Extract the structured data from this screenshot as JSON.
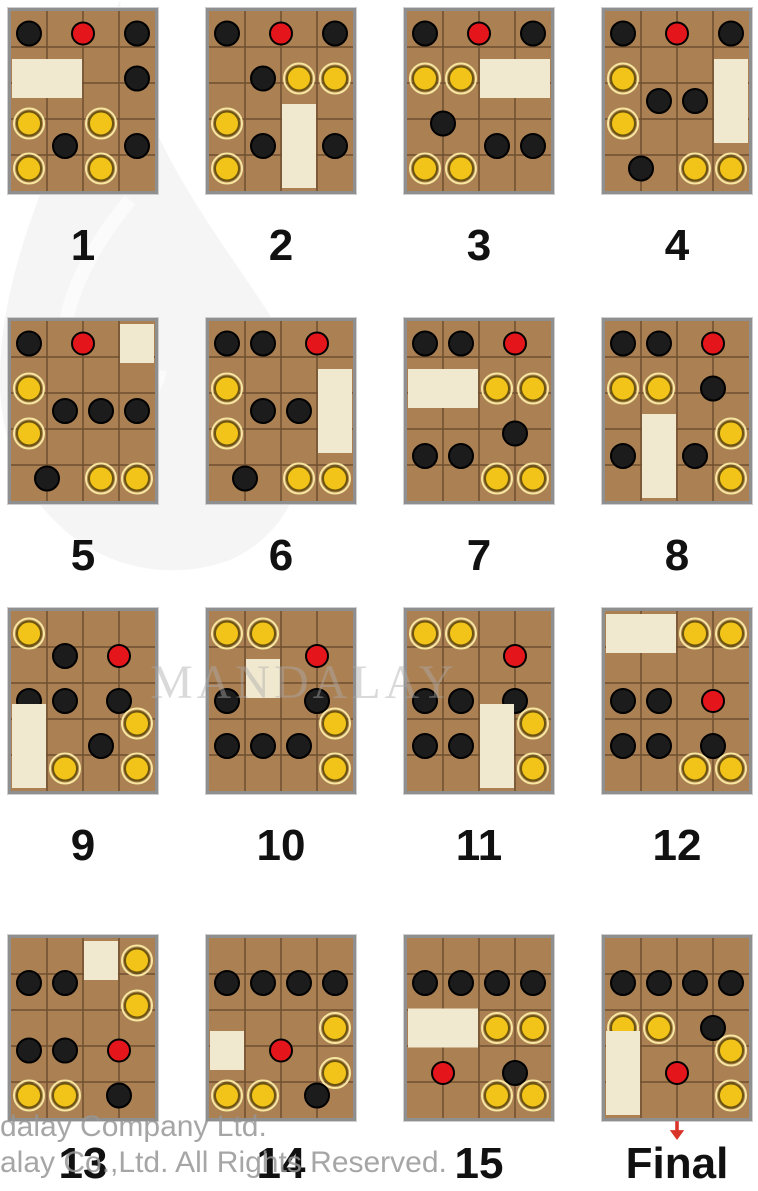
{
  "colors": {
    "board": "#ab8154",
    "frame": "#8f8f8f",
    "grid": "#6e4f2e",
    "empty_slot": "#f1e9cf",
    "red_ball": "#e4161c",
    "black_ball": "#1c1c1c",
    "yellow_ball": "#f2c318",
    "arrow": "#d8342a"
  },
  "icons": {
    "red": "red-ball-icon",
    "black": "black-ball-icon",
    "yellow": "yellow-ball-icon",
    "arrow": "red-down-arrow-icon"
  },
  "watermark": {
    "brand": "MANDALAY",
    "line1": "dalay Company Ltd.",
    "line2": "alay Co.,Ltd. All Rights Reserved."
  },
  "boards": [
    {
      "label": "1",
      "pieces": [
        {
          "t": "black",
          "c": 0,
          "r": 0
        },
        {
          "t": "red",
          "c": 1.5,
          "r": 0
        },
        {
          "t": "black",
          "c": 3,
          "r": 0
        },
        {
          "t": "empty",
          "c": 0,
          "r": 1,
          "w": 2,
          "h": 1
        },
        {
          "t": "black",
          "c": 3,
          "r": 1
        },
        {
          "t": "yellow",
          "c": 0,
          "r": 2
        },
        {
          "t": "yellow",
          "c": 2,
          "r": 2
        },
        {
          "t": "yellow",
          "c": 0,
          "r": 3
        },
        {
          "t": "black",
          "c": 1,
          "r": 2.5
        },
        {
          "t": "yellow",
          "c": 2,
          "r": 3
        },
        {
          "t": "black",
          "c": 3,
          "r": 2.5
        }
      ]
    },
    {
      "label": "2",
      "pieces": [
        {
          "t": "black",
          "c": 0,
          "r": 0
        },
        {
          "t": "red",
          "c": 1.5,
          "r": 0
        },
        {
          "t": "black",
          "c": 3,
          "r": 0
        },
        {
          "t": "black",
          "c": 1,
          "r": 1
        },
        {
          "t": "yellow",
          "c": 2,
          "r": 1
        },
        {
          "t": "yellow",
          "c": 3,
          "r": 1
        },
        {
          "t": "yellow",
          "c": 0,
          "r": 2
        },
        {
          "t": "yellow",
          "c": 0,
          "r": 3
        },
        {
          "t": "black",
          "c": 1,
          "r": 2.5
        },
        {
          "t": "empty",
          "c": 2,
          "r": 2,
          "w": 1,
          "h": 2
        },
        {
          "t": "black",
          "c": 3,
          "r": 2.5
        }
      ]
    },
    {
      "label": "3",
      "pieces": [
        {
          "t": "black",
          "c": 0,
          "r": 0
        },
        {
          "t": "red",
          "c": 1.5,
          "r": 0
        },
        {
          "t": "black",
          "c": 3,
          "r": 0
        },
        {
          "t": "yellow",
          "c": 0,
          "r": 1
        },
        {
          "t": "yellow",
          "c": 1,
          "r": 1
        },
        {
          "t": "empty",
          "c": 2,
          "r": 1,
          "w": 2,
          "h": 1
        },
        {
          "t": "black",
          "c": 0.5,
          "r": 2
        },
        {
          "t": "yellow",
          "c": 0,
          "r": 3
        },
        {
          "t": "yellow",
          "c": 1,
          "r": 3
        },
        {
          "t": "black",
          "c": 2,
          "r": 2.5
        },
        {
          "t": "black",
          "c": 3,
          "r": 2.5
        }
      ]
    },
    {
      "label": "4",
      "pieces": [
        {
          "t": "black",
          "c": 0,
          "r": 0
        },
        {
          "t": "red",
          "c": 1.5,
          "r": 0
        },
        {
          "t": "black",
          "c": 3,
          "r": 0
        },
        {
          "t": "yellow",
          "c": 0,
          "r": 1
        },
        {
          "t": "yellow",
          "c": 0,
          "r": 2
        },
        {
          "t": "black",
          "c": 1,
          "r": 1.5
        },
        {
          "t": "black",
          "c": 2,
          "r": 1.5
        },
        {
          "t": "empty",
          "c": 3,
          "r": 1,
          "w": 1,
          "h": 2
        },
        {
          "t": "black",
          "c": 0.5,
          "r": 3
        },
        {
          "t": "yellow",
          "c": 2,
          "r": 3
        },
        {
          "t": "yellow",
          "c": 3,
          "r": 3
        }
      ]
    },
    {
      "label": "5",
      "pieces": [
        {
          "t": "black",
          "c": 0,
          "r": 0
        },
        {
          "t": "red",
          "c": 1.5,
          "r": 0
        },
        {
          "t": "empty",
          "c": 3,
          "r": 0,
          "w": 1,
          "h": 1
        },
        {
          "t": "yellow",
          "c": 0,
          "r": 1
        },
        {
          "t": "yellow",
          "c": 0,
          "r": 2
        },
        {
          "t": "black",
          "c": 1,
          "r": 1.5
        },
        {
          "t": "black",
          "c": 2,
          "r": 1.5
        },
        {
          "t": "black",
          "c": 3,
          "r": 1.5
        },
        {
          "t": "black",
          "c": 0.5,
          "r": 3
        },
        {
          "t": "yellow",
          "c": 2,
          "r": 3
        },
        {
          "t": "yellow",
          "c": 3,
          "r": 3
        }
      ]
    },
    {
      "label": "6",
      "pieces": [
        {
          "t": "black",
          "c": 0,
          "r": 0
        },
        {
          "t": "black",
          "c": 1,
          "r": 0
        },
        {
          "t": "red",
          "c": 2.5,
          "r": 0
        },
        {
          "t": "yellow",
          "c": 0,
          "r": 1
        },
        {
          "t": "yellow",
          "c": 0,
          "r": 2
        },
        {
          "t": "black",
          "c": 1,
          "r": 1.5
        },
        {
          "t": "black",
          "c": 2,
          "r": 1.5
        },
        {
          "t": "empty",
          "c": 3,
          "r": 1,
          "w": 1,
          "h": 2
        },
        {
          "t": "black",
          "c": 0.5,
          "r": 3
        },
        {
          "t": "yellow",
          "c": 2,
          "r": 3
        },
        {
          "t": "yellow",
          "c": 3,
          "r": 3
        }
      ]
    },
    {
      "label": "7",
      "pieces": [
        {
          "t": "black",
          "c": 0,
          "r": 0
        },
        {
          "t": "black",
          "c": 1,
          "r": 0
        },
        {
          "t": "red",
          "c": 2.5,
          "r": 0
        },
        {
          "t": "empty",
          "c": 0,
          "r": 1,
          "w": 2,
          "h": 1
        },
        {
          "t": "yellow",
          "c": 2,
          "r": 1
        },
        {
          "t": "yellow",
          "c": 3,
          "r": 1
        },
        {
          "t": "black",
          "c": 0,
          "r": 2.5
        },
        {
          "t": "black",
          "c": 1,
          "r": 2.5
        },
        {
          "t": "black",
          "c": 2.5,
          "r": 2
        },
        {
          "t": "yellow",
          "c": 2,
          "r": 3
        },
        {
          "t": "yellow",
          "c": 3,
          "r": 3
        }
      ]
    },
    {
      "label": "8",
      "pieces": [
        {
          "t": "black",
          "c": 0,
          "r": 0
        },
        {
          "t": "black",
          "c": 1,
          "r": 0
        },
        {
          "t": "red",
          "c": 2.5,
          "r": 0
        },
        {
          "t": "yellow",
          "c": 0,
          "r": 1
        },
        {
          "t": "yellow",
          "c": 1,
          "r": 1
        },
        {
          "t": "black",
          "c": 2.5,
          "r": 1
        },
        {
          "t": "black",
          "c": 0,
          "r": 2.5
        },
        {
          "t": "empty",
          "c": 1,
          "r": 2,
          "w": 1,
          "h": 2
        },
        {
          "t": "black",
          "c": 2,
          "r": 2.5
        },
        {
          "t": "yellow",
          "c": 3,
          "r": 2
        },
        {
          "t": "yellow",
          "c": 3,
          "r": 3
        }
      ]
    },
    {
      "label": "9",
      "pieces": [
        {
          "t": "yellow",
          "c": 0,
          "r": 0
        },
        {
          "t": "black",
          "c": 1,
          "r": 0.5
        },
        {
          "t": "red",
          "c": 2.5,
          "r": 0.5
        },
        {
          "t": "black",
          "c": 0,
          "r": 1.5
        },
        {
          "t": "black",
          "c": 1,
          "r": 1.5
        },
        {
          "t": "black",
          "c": 2.5,
          "r": 1.5
        },
        {
          "t": "empty",
          "c": 0,
          "r": 2,
          "w": 1,
          "h": 2
        },
        {
          "t": "yellow",
          "c": 1,
          "r": 3
        },
        {
          "t": "black",
          "c": 2,
          "r": 2.5
        },
        {
          "t": "yellow",
          "c": 3,
          "r": 2
        },
        {
          "t": "yellow",
          "c": 3,
          "r": 3
        }
      ]
    },
    {
      "label": "10",
      "pieces": [
        {
          "t": "yellow",
          "c": 0,
          "r": 0
        },
        {
          "t": "yellow",
          "c": 1,
          "r": 0
        },
        {
          "t": "red",
          "c": 2.5,
          "r": 0.5
        },
        {
          "t": "black",
          "c": 0,
          "r": 1.5
        },
        {
          "t": "empty",
          "c": 1,
          "r": 1,
          "w": 1,
          "h": 1
        },
        {
          "t": "black",
          "c": 2.5,
          "r": 1.5
        },
        {
          "t": "black",
          "c": 0,
          "r": 2.5
        },
        {
          "t": "black",
          "c": 1,
          "r": 2.5
        },
        {
          "t": "black",
          "c": 2,
          "r": 2.5
        },
        {
          "t": "yellow",
          "c": 3,
          "r": 2
        },
        {
          "t": "yellow",
          "c": 3,
          "r": 3
        }
      ]
    },
    {
      "label": "11",
      "pieces": [
        {
          "t": "yellow",
          "c": 0,
          "r": 0
        },
        {
          "t": "yellow",
          "c": 1,
          "r": 0
        },
        {
          "t": "red",
          "c": 2.5,
          "r": 0.5
        },
        {
          "t": "black",
          "c": 0,
          "r": 1.5
        },
        {
          "t": "black",
          "c": 1,
          "r": 1.5
        },
        {
          "t": "black",
          "c": 2.5,
          "r": 1.5
        },
        {
          "t": "black",
          "c": 0,
          "r": 2.5
        },
        {
          "t": "black",
          "c": 1,
          "r": 2.5
        },
        {
          "t": "empty",
          "c": 2,
          "r": 2,
          "w": 1,
          "h": 2
        },
        {
          "t": "yellow",
          "c": 3,
          "r": 2
        },
        {
          "t": "yellow",
          "c": 3,
          "r": 3
        }
      ]
    },
    {
      "label": "12",
      "pieces": [
        {
          "t": "empty",
          "c": 0,
          "r": 0,
          "w": 2,
          "h": 1
        },
        {
          "t": "yellow",
          "c": 2,
          "r": 0
        },
        {
          "t": "yellow",
          "c": 3,
          "r": 0
        },
        {
          "t": "black",
          "c": 0,
          "r": 1.5
        },
        {
          "t": "black",
          "c": 1,
          "r": 1.5
        },
        {
          "t": "red",
          "c": 2.5,
          "r": 1.5
        },
        {
          "t": "black",
          "c": 0,
          "r": 2.5
        },
        {
          "t": "black",
          "c": 1,
          "r": 2.5
        },
        {
          "t": "black",
          "c": 2.5,
          "r": 2.5
        },
        {
          "t": "yellow",
          "c": 2,
          "r": 3
        },
        {
          "t": "yellow",
          "c": 3,
          "r": 3
        }
      ]
    },
    {
      "label": "13",
      "pieces": [
        {
          "t": "black",
          "c": 0,
          "r": 0.5
        },
        {
          "t": "black",
          "c": 1,
          "r": 0.5
        },
        {
          "t": "empty",
          "c": 2,
          "r": 0,
          "w": 1,
          "h": 1
        },
        {
          "t": "yellow",
          "c": 3,
          "r": 0
        },
        {
          "t": "yellow",
          "c": 3,
          "r": 1
        },
        {
          "t": "black",
          "c": 0,
          "r": 2
        },
        {
          "t": "black",
          "c": 1,
          "r": 2
        },
        {
          "t": "red",
          "c": 2.5,
          "r": 2
        },
        {
          "t": "yellow",
          "c": 0,
          "r": 3
        },
        {
          "t": "yellow",
          "c": 1,
          "r": 3
        },
        {
          "t": "black",
          "c": 2.5,
          "r": 3
        }
      ]
    },
    {
      "label": "14",
      "pieces": [
        {
          "t": "black",
          "c": 0,
          "r": 0.5
        },
        {
          "t": "black",
          "c": 1,
          "r": 0.5
        },
        {
          "t": "black",
          "c": 2,
          "r": 0.5
        },
        {
          "t": "black",
          "c": 3,
          "r": 0.5
        },
        {
          "t": "empty",
          "c": 0,
          "r": 2,
          "w": 1,
          "h": 1
        },
        {
          "t": "red",
          "c": 1.5,
          "r": 2
        },
        {
          "t": "yellow",
          "c": 3,
          "r": 1.5
        },
        {
          "t": "yellow",
          "c": 3,
          "r": 2.5
        },
        {
          "t": "yellow",
          "c": 0,
          "r": 3
        },
        {
          "t": "yellow",
          "c": 1,
          "r": 3
        },
        {
          "t": "black",
          "c": 2.5,
          "r": 3
        }
      ]
    },
    {
      "label": "15",
      "pieces": [
        {
          "t": "black",
          "c": 0,
          "r": 0.5
        },
        {
          "t": "black",
          "c": 1,
          "r": 0.5
        },
        {
          "t": "black",
          "c": 2,
          "r": 0.5
        },
        {
          "t": "black",
          "c": 3,
          "r": 0.5
        },
        {
          "t": "empty",
          "c": 0,
          "r": 1.5,
          "w": 2,
          "h": 1
        },
        {
          "t": "yellow",
          "c": 2,
          "r": 1.5
        },
        {
          "t": "yellow",
          "c": 3,
          "r": 1.5
        },
        {
          "t": "red",
          "c": 0.5,
          "r": 2.5
        },
        {
          "t": "black",
          "c": 2.5,
          "r": 2.5
        },
        {
          "t": "yellow",
          "c": 2,
          "r": 3
        },
        {
          "t": "yellow",
          "c": 3,
          "r": 3
        }
      ]
    },
    {
      "label": "Final",
      "pieces": [
        {
          "t": "black",
          "c": 0,
          "r": 0.5
        },
        {
          "t": "black",
          "c": 1,
          "r": 0.5
        },
        {
          "t": "black",
          "c": 2,
          "r": 0.5
        },
        {
          "t": "black",
          "c": 3,
          "r": 0.5
        },
        {
          "t": "yellow",
          "c": 0,
          "r": 1.5
        },
        {
          "t": "yellow",
          "c": 1,
          "r": 1.5
        },
        {
          "t": "black",
          "c": 2.5,
          "r": 1.5
        },
        {
          "t": "empty",
          "c": 0,
          "r": 2,
          "w": 1,
          "h": 2
        },
        {
          "t": "red",
          "c": 1.5,
          "r": 2.5
        },
        {
          "t": "yellow",
          "c": 3,
          "r": 2
        },
        {
          "t": "yellow",
          "c": 3,
          "r": 3
        }
      ],
      "exit_arrow": true
    }
  ]
}
